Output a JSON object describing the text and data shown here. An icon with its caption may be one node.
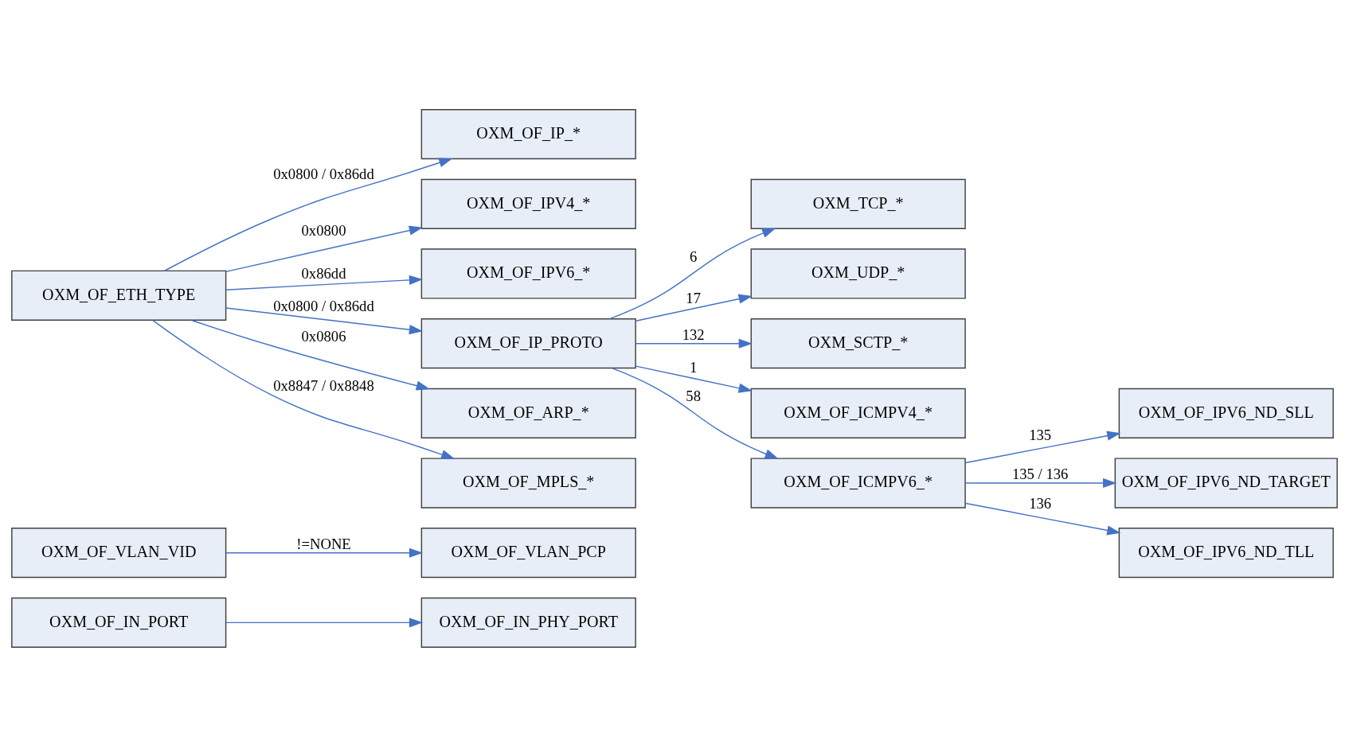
{
  "diagram": {
    "nodes": [
      {
        "text": [
          "OXM_OF_IN_PORT"
        ]
      },
      {
        "text": [
          "OXM_OF_IN_PHY_PORT"
        ]
      },
      {
        "text": [
          "OXM_OF_VLAN_VID"
        ]
      },
      {
        "text": [
          "OXM_OF_VLAN_PCP"
        ]
      },
      {
        "text": [
          "OXM_OF_ETH_TYPE"
        ]
      },
      {
        "text": [
          "OXM_OF_IP_*"
        ]
      },
      {
        "text": [
          "OXM_OF_IPV4_*"
        ]
      },
      {
        "text": [
          "OXM_OF_IPV6_*"
        ]
      },
      {
        "text": [
          "OXM_OF_IP_PROTO"
        ]
      },
      {
        "text": [
          "OXM_OF_ARP_*"
        ]
      },
      {
        "text": [
          "OXM_OF_MPLS_*"
        ]
      },
      {
        "text": [
          "OXM_TCP_*"
        ]
      },
      {
        "text": [
          "OXM_UDP_*"
        ]
      },
      {
        "text": [
          "OXM_SCTP_*"
        ]
      },
      {
        "text": [
          "OXM_OF_ICMPV4_*"
        ]
      },
      {
        "text": [
          "OXM_OF_ICMPV6_*"
        ]
      },
      {
        "text": [
          "OXM_OF_IPV6_ND_SLL"
        ]
      },
      {
        "text": [
          "OXM_OF_IPV6_ND_TARGET"
        ]
      },
      {
        "text": [
          "OXM_OF_IPV6_ND_TLL"
        ]
      }
    ],
    "edges": [
      {
        "from": 0,
        "to": 1,
        "arrow": "to"
      },
      {
        "from": 2,
        "to": 3,
        "arrow": "to",
        "label": "!=NONE"
      },
      {
        "from": 4,
        "to": 5,
        "arrow": "to",
        "label": "0x0800 / 0x86dd"
      },
      {
        "from": 4,
        "to": 6,
        "arrow": "to",
        "label": "0x0800"
      },
      {
        "from": 4,
        "to": 7,
        "arrow": "to",
        "label": "0x86dd"
      },
      {
        "from": 4,
        "to": 8,
        "arrow": "to",
        "label": "0x0800 / 0x86dd"
      },
      {
        "from": 4,
        "to": 9,
        "arrow": "to",
        "label": "0x0806"
      },
      {
        "from": 4,
        "to": 10,
        "arrow": "to",
        "label": "0x8847 / 0x8848"
      },
      {
        "from": 8,
        "to": 11,
        "arrow": "to",
        "label": "6"
      },
      {
        "from": 8,
        "to": 12,
        "arrow": "to",
        "label": "17"
      },
      {
        "from": 8,
        "to": 13,
        "arrow": "to",
        "label": "132"
      },
      {
        "from": 8,
        "to": 14,
        "arrow": "to",
        "label": "1"
      },
      {
        "from": 8,
        "to": 15,
        "arrow": "to",
        "label": "58"
      },
      {
        "from": 15,
        "to": 16,
        "arrow": "to",
        "label": "135"
      },
      {
        "from": 15,
        "to": 17,
        "arrow": "to",
        "label": "135 / 136"
      },
      {
        "from": 15,
        "to": 18,
        "arrow": "to",
        "label": "136"
      }
    ]
  }
}
